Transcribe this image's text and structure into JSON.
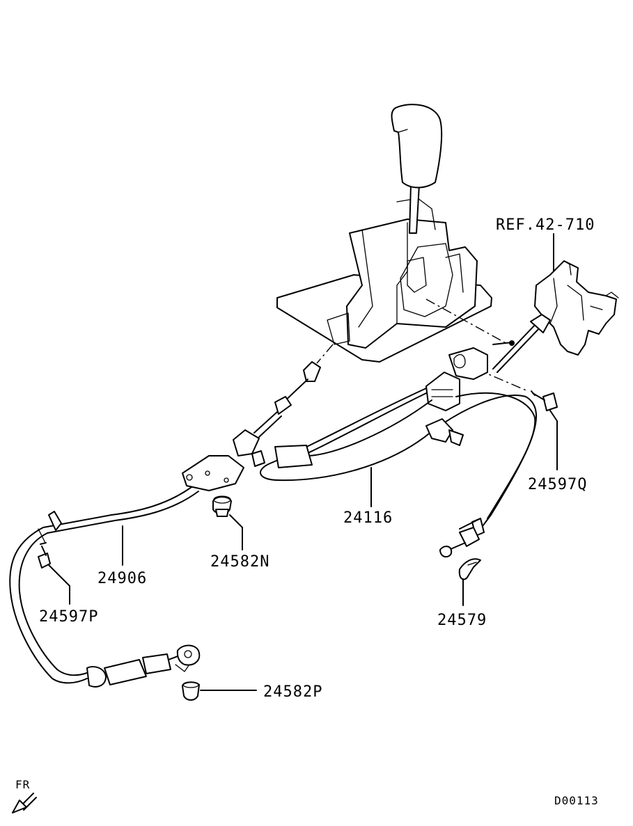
{
  "labels": {
    "ref": "REF.42-710",
    "p24116": "24116",
    "p24597Q": "24597Q",
    "p24582N": "24582N",
    "p24906": "24906",
    "p24597P": "24597P",
    "p24579": "24579",
    "p24582P": "24582P",
    "fr": "FR",
    "diagram_code": "D00113"
  },
  "icons": {
    "front_arrow": "fr-arrow-icon"
  }
}
